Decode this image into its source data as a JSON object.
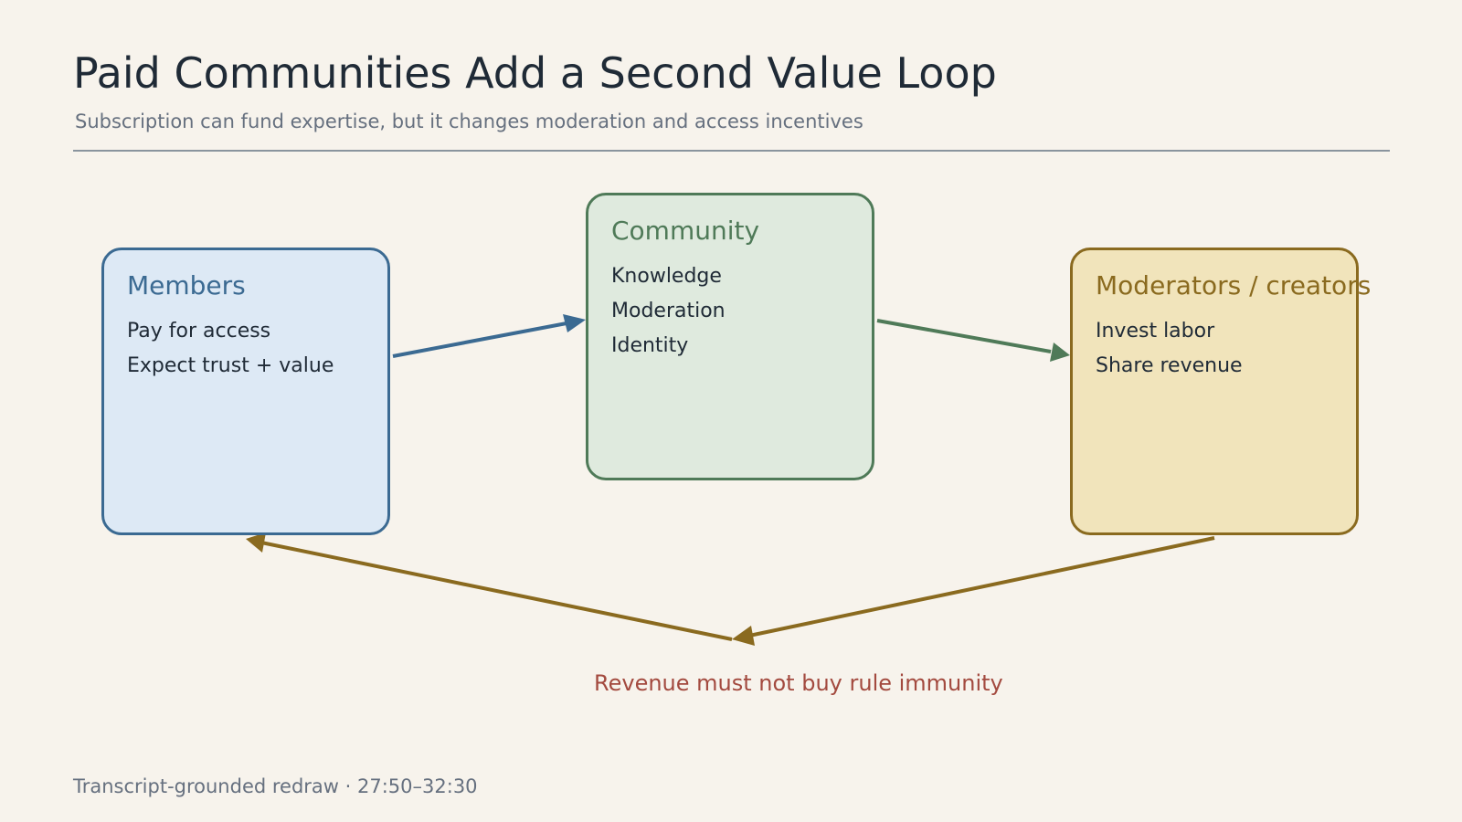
{
  "header": {
    "title": "Paid Communities Add a Second Value Loop",
    "subtitle": "Subscription can fund expertise, but it changes moderation and access incentives"
  },
  "nodes": {
    "members": {
      "title": "Members",
      "lines": [
        "Pay for access",
        "Expect trust + value"
      ],
      "color": "#3b6a92",
      "fill": "#dde9f5"
    },
    "community": {
      "title": "Community",
      "lines": [
        "Knowledge",
        "Moderation",
        "Identity"
      ],
      "color": "#4f7a58",
      "fill": "#dfeade"
    },
    "moderators": {
      "title": "Moderators / creators",
      "lines": [
        "Invest labor",
        "Share revenue"
      ],
      "color": "#8a6a1f",
      "fill": "#f1e4bb"
    }
  },
  "edges": [
    {
      "from": "members",
      "to": "community",
      "color": "#3b6a92"
    },
    {
      "from": "community",
      "to": "moderators",
      "color": "#4f7a58"
    },
    {
      "from": "moderators",
      "to": "members",
      "color": "#8a6a1f"
    }
  ],
  "note": {
    "text": "Revenue must not buy rule immunity",
    "color": "#a34a3f"
  },
  "footer": {
    "text": "Transcript-grounded redraw · 27:50–32:30"
  }
}
